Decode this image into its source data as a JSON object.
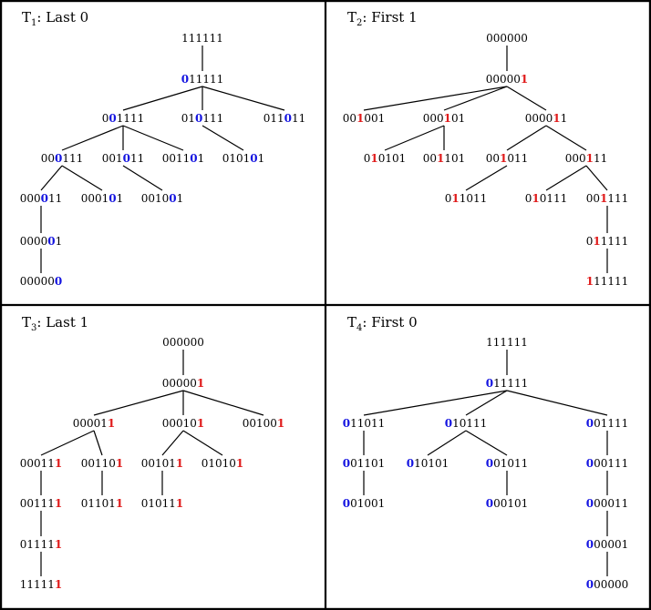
{
  "colors": {
    "blue": "#1515e0",
    "red": "#e01b1b",
    "text": "#000000"
  },
  "panels": [
    {
      "title": "T",
      "sub": "1",
      "suffix": ": Last 0",
      "color": "blue",
      "nodes": [
        {
          "id": "a",
          "label": "111111",
          "hl": -1
        },
        {
          "id": "b",
          "label": "011111",
          "hl": 0
        },
        {
          "id": "c",
          "label": "001111",
          "hl": 1
        },
        {
          "id": "d",
          "label": "010111",
          "hl": 2
        },
        {
          "id": "e",
          "label": "011011",
          "hl": 3
        },
        {
          "id": "f",
          "label": "000111",
          "hl": 2
        },
        {
          "id": "g",
          "label": "001011",
          "hl": 3
        },
        {
          "id": "h",
          "label": "001101",
          "hl": 4
        },
        {
          "id": "i",
          "label": "010101",
          "hl": 4
        },
        {
          "id": "j",
          "label": "000011",
          "hl": 3
        },
        {
          "id": "k",
          "label": "000101",
          "hl": 4
        },
        {
          "id": "l",
          "label": "001001",
          "hl": 4
        },
        {
          "id": "m",
          "label": "000001",
          "hl": 4
        },
        {
          "id": "n",
          "label": "000000",
          "hl": 5
        }
      ],
      "edges": [
        [
          "a",
          "b"
        ],
        [
          "b",
          "c"
        ],
        [
          "b",
          "d"
        ],
        [
          "b",
          "e"
        ],
        [
          "c",
          "f"
        ],
        [
          "c",
          "g"
        ],
        [
          "c",
          "h"
        ],
        [
          "d",
          "i"
        ],
        [
          "f",
          "j"
        ],
        [
          "f",
          "k"
        ],
        [
          "g",
          "l"
        ],
        [
          "j",
          "m"
        ],
        [
          "m",
          "n"
        ]
      ]
    },
    {
      "title": "T",
      "sub": "2",
      "suffix": ": First 1",
      "color": "red",
      "nodes": [
        {
          "id": "a",
          "label": "000000",
          "hl": -1
        },
        {
          "id": "b",
          "label": "000001",
          "hl": 5
        },
        {
          "id": "c",
          "label": "001001",
          "hl": 2
        },
        {
          "id": "d",
          "label": "000101",
          "hl": 3
        },
        {
          "id": "e",
          "label": "000011",
          "hl": 4
        },
        {
          "id": "f",
          "label": "010101",
          "hl": 1
        },
        {
          "id": "g",
          "label": "001101",
          "hl": 2
        },
        {
          "id": "h",
          "label": "001011",
          "hl": 2
        },
        {
          "id": "i",
          "label": "000111",
          "hl": 3
        },
        {
          "id": "j",
          "label": "011011",
          "hl": 1
        },
        {
          "id": "k",
          "label": "010111",
          "hl": 1
        },
        {
          "id": "l",
          "label": "001111",
          "hl": 2
        },
        {
          "id": "m",
          "label": "011111",
          "hl": 1
        },
        {
          "id": "n",
          "label": "111111",
          "hl": 0
        }
      ],
      "edges": [
        [
          "a",
          "b"
        ],
        [
          "b",
          "c"
        ],
        [
          "b",
          "d"
        ],
        [
          "b",
          "e"
        ],
        [
          "d",
          "f"
        ],
        [
          "d",
          "g"
        ],
        [
          "e",
          "h"
        ],
        [
          "e",
          "i"
        ],
        [
          "h",
          "j"
        ],
        [
          "i",
          "k"
        ],
        [
          "i",
          "l"
        ],
        [
          "l",
          "m"
        ],
        [
          "m",
          "n"
        ]
      ]
    },
    {
      "title": "T",
      "sub": "3",
      "suffix": ": Last 1",
      "color": "red",
      "nodes": [
        {
          "id": "a",
          "label": "000000",
          "hl": -1
        },
        {
          "id": "b",
          "label": "000001",
          "hl": 5
        },
        {
          "id": "c",
          "label": "000011",
          "hl": 5
        },
        {
          "id": "d",
          "label": "000101",
          "hl": 5
        },
        {
          "id": "e",
          "label": "001001",
          "hl": 5
        },
        {
          "id": "f",
          "label": "000111",
          "hl": 5
        },
        {
          "id": "g",
          "label": "001101",
          "hl": 5
        },
        {
          "id": "h",
          "label": "001011",
          "hl": 5
        },
        {
          "id": "i",
          "label": "010101",
          "hl": 5
        },
        {
          "id": "j",
          "label": "001111",
          "hl": 5
        },
        {
          "id": "k",
          "label": "011011",
          "hl": 5
        },
        {
          "id": "l",
          "label": "010111",
          "hl": 5
        },
        {
          "id": "m",
          "label": "011111",
          "hl": 5
        },
        {
          "id": "n",
          "label": "111111",
          "hl": 5
        }
      ],
      "edges": [
        [
          "a",
          "b"
        ],
        [
          "b",
          "c"
        ],
        [
          "b",
          "d"
        ],
        [
          "b",
          "e"
        ],
        [
          "c",
          "f"
        ],
        [
          "c",
          "g"
        ],
        [
          "d",
          "h"
        ],
        [
          "d",
          "i"
        ],
        [
          "f",
          "j"
        ],
        [
          "g",
          "k"
        ],
        [
          "h",
          "l"
        ],
        [
          "j",
          "m"
        ],
        [
          "m",
          "n"
        ]
      ]
    },
    {
      "title": "T",
      "sub": "4",
      "suffix": ": First 0",
      "color": "blue",
      "nodes": [
        {
          "id": "a",
          "label": "111111",
          "hl": -1
        },
        {
          "id": "b",
          "label": "011111",
          "hl": 0
        },
        {
          "id": "c",
          "label": "011011",
          "hl": 0
        },
        {
          "id": "d",
          "label": "010111",
          "hl": 0
        },
        {
          "id": "e",
          "label": "001111",
          "hl": 0
        },
        {
          "id": "f",
          "label": "001101",
          "hl": 0
        },
        {
          "id": "g",
          "label": "010101",
          "hl": 0
        },
        {
          "id": "h",
          "label": "001011",
          "hl": 0
        },
        {
          "id": "i",
          "label": "000111",
          "hl": 0
        },
        {
          "id": "j",
          "label": "001001",
          "hl": 0
        },
        {
          "id": "k",
          "label": "000101",
          "hl": 0
        },
        {
          "id": "l",
          "label": "000011",
          "hl": 0
        },
        {
          "id": "m",
          "label": "000001",
          "hl": 0
        },
        {
          "id": "n",
          "label": "000000",
          "hl": 0
        }
      ],
      "edges": [
        [
          "a",
          "b"
        ],
        [
          "b",
          "c"
        ],
        [
          "b",
          "d"
        ],
        [
          "b",
          "e"
        ],
        [
          "c",
          "f"
        ],
        [
          "d",
          "g"
        ],
        [
          "d",
          "h"
        ],
        [
          "e",
          "i"
        ],
        [
          "f",
          "j"
        ],
        [
          "h",
          "k"
        ],
        [
          "i",
          "l"
        ],
        [
          "l",
          "m"
        ],
        [
          "m",
          "n"
        ]
      ]
    }
  ]
}
